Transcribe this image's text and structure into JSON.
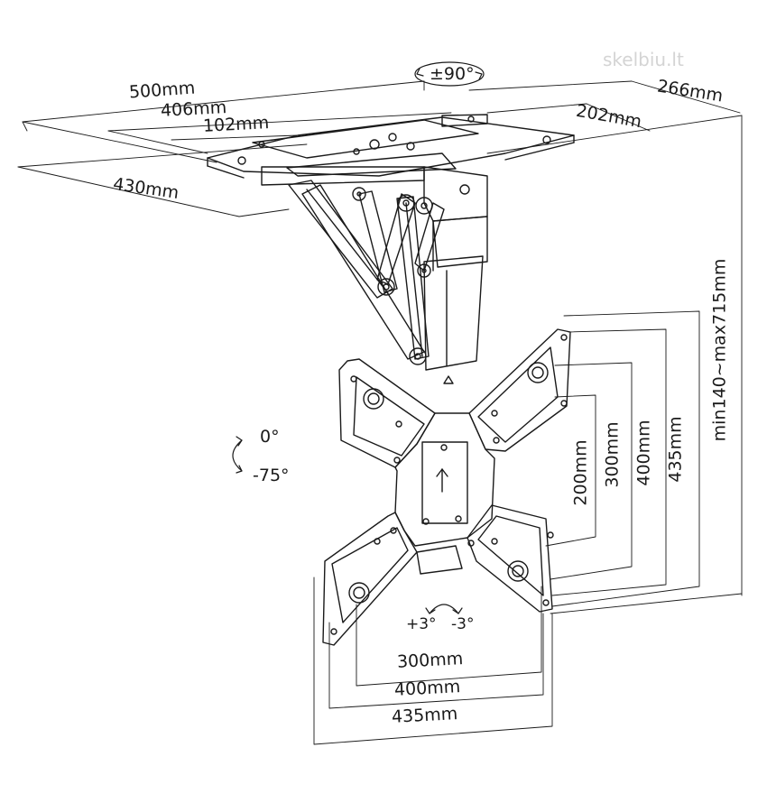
{
  "watermark": "skelbiu.lt",
  "rotation": {
    "swivel": "±90°",
    "tilt_top": "0°",
    "tilt_bottom": "-75°",
    "level_plus": "+3°",
    "level_minus": "-3°"
  },
  "ceiling_dims": {
    "d500": "500mm",
    "d406": "406mm",
    "d102": "102mm",
    "d430": "430mm",
    "d266": "266mm",
    "d202": "202mm"
  },
  "height_dim": "min140~max715mm",
  "vesa_vertical": [
    "200mm",
    "300mm",
    "400mm",
    "435mm"
  ],
  "vesa_horizontal": [
    "300mm",
    "400mm",
    "435mm"
  ],
  "colors": {
    "line": "#1a1a1a",
    "watermark": "#d4d4d4"
  }
}
